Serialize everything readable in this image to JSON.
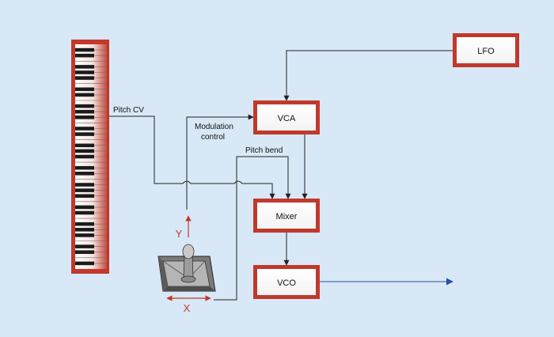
{
  "modules": {
    "lfo": "LFO",
    "vca": "VCA",
    "mixer": "Mixer",
    "vco": "VCO"
  },
  "labels": {
    "pitch_cv": "Pitch CV",
    "modulation_control_line1": "Modulation",
    "modulation_control_line2": "control",
    "pitch_bend": "Pitch bend"
  },
  "joystick": {
    "x_axis": "X",
    "y_axis": "Y"
  },
  "colors": {
    "background": "#d8e8f6",
    "module_border": "#c0392b",
    "arrow_red": "#c0392b",
    "output_arrow": "#2a4fa0",
    "wire": "#222222"
  }
}
